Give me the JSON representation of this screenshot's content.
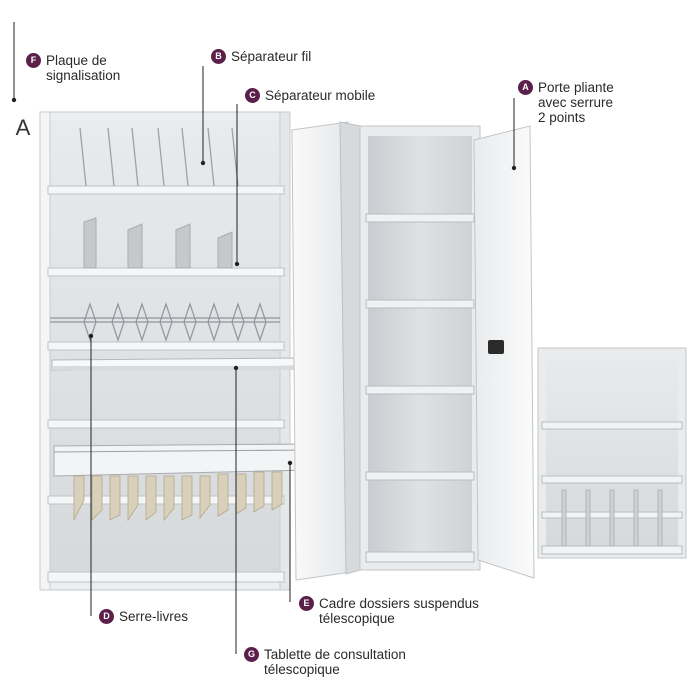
{
  "plaque_letter": "A",
  "colors": {
    "badge": "#5a1f4a",
    "cabinet_light": "#f1f2f3",
    "cabinet_mid": "#dfe1e3",
    "cabinet_dark": "#bfc2c5",
    "line": "#222222"
  },
  "callouts": [
    {
      "id": "F",
      "lines": [
        "Plaque de",
        "signalisation"
      ]
    },
    {
      "id": "B",
      "lines": [
        "Séparateur fil"
      ]
    },
    {
      "id": "C",
      "lines": [
        "Séparateur mobile"
      ]
    },
    {
      "id": "A",
      "lines": [
        "Porte pliante",
        "avec serrure",
        "2 points"
      ]
    },
    {
      "id": "D",
      "lines": [
        "Serre-livres"
      ]
    },
    {
      "id": "E",
      "lines": [
        "Cadre dossiers suspendus",
        "télescopique"
      ]
    },
    {
      "id": "G",
      "lines": [
        "Tablette de consultation",
        "télescopique"
      ]
    }
  ]
}
